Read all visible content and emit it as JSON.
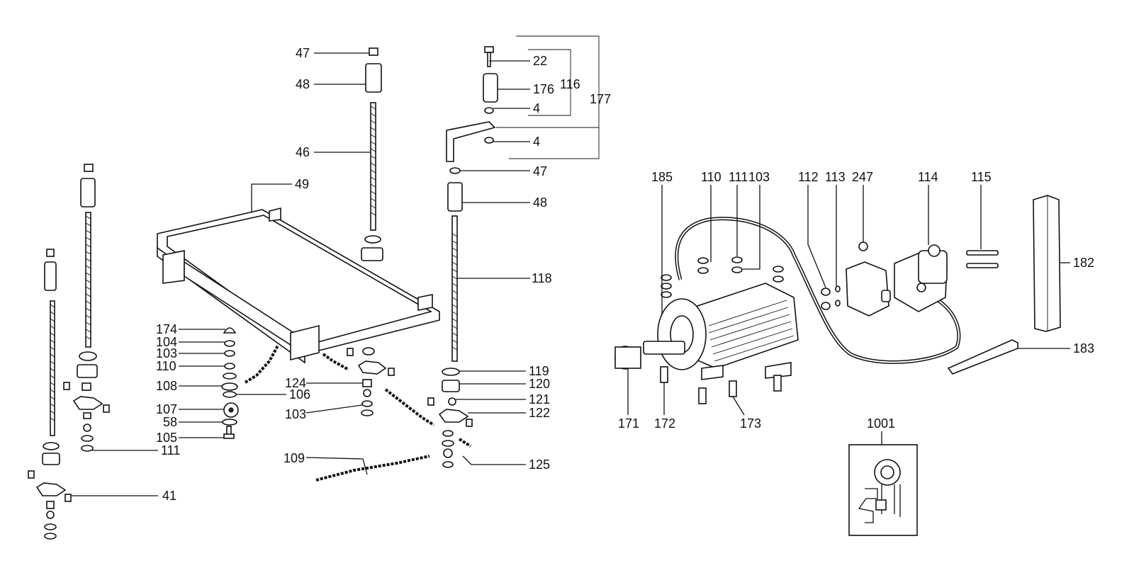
{
  "diagram": {
    "callouts": [
      "47",
      "48",
      "46",
      "49",
      "22",
      "176",
      "116",
      "177",
      "4",
      "4",
      "47",
      "48",
      "118",
      "174",
      "104",
      "103",
      "110",
      "108",
      "106",
      "107",
      "58",
      "105",
      "111",
      "41",
      "124",
      "103",
      "109",
      "119",
      "120",
      "121",
      "122",
      "125",
      "185",
      "110",
      "111",
      "103",
      "112",
      "113",
      "247",
      "114",
      "115",
      "182",
      "183",
      "171",
      "172",
      "173",
      "1001"
    ]
  }
}
